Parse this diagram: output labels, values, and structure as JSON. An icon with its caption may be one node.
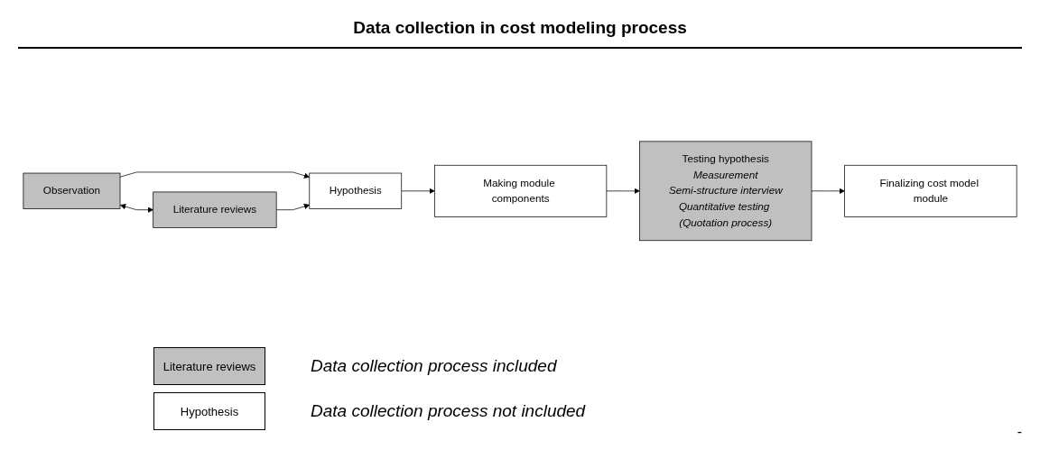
{
  "diagram": {
    "title": "Data collection in cost modeling process",
    "nodes": [
      {
        "text": [
          "Observation"
        ]
      },
      {
        "text": [
          "Literature reviews"
        ]
      },
      {
        "text": [
          "Hypothesis"
        ]
      },
      {
        "text": [
          "Making module components"
        ]
      },
      {
        "text": [
          "Testing hypothesis",
          "Measurement",
          "Semi-structure interview",
          "Quantitative testing (Quotation process)"
        ]
      },
      {
        "text": [
          "Finalizing cost model module"
        ]
      }
    ],
    "edges": [
      {
        "from": 0,
        "to": 1,
        "arrow": "both"
      },
      {
        "from": 0,
        "to": 2,
        "arrow": "to"
      },
      {
        "from": 1,
        "to": 2,
        "arrow": "to"
      },
      {
        "from": 2,
        "to": 3,
        "arrow": "to"
      },
      {
        "from": 3,
        "to": 4,
        "arrow": "to"
      },
      {
        "from": 4,
        "to": 5,
        "arrow": "to"
      }
    ],
    "labels": [
      "Literature reviews",
      "Hypothesis",
      "-"
    ],
    "legend": [
      {
        "text": "Data collection process included",
        "color": "#c0c0c0"
      },
      {
        "text": "Data collection process not included",
        "color": "#ffffff"
      }
    ]
  }
}
